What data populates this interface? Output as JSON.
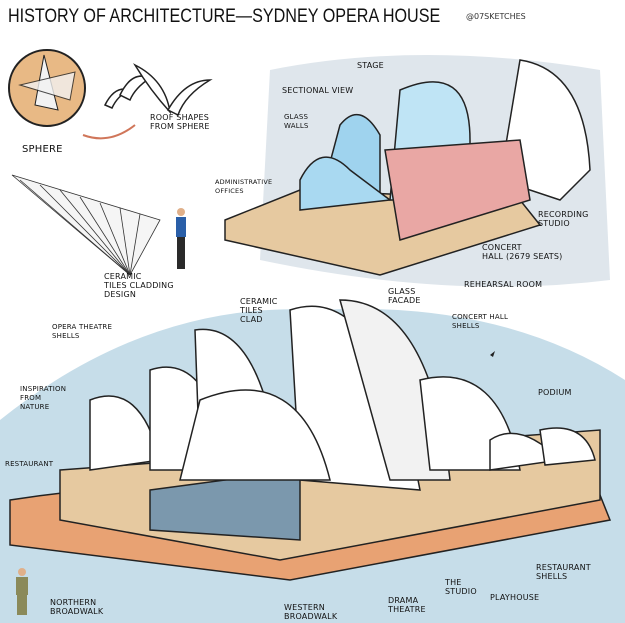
{
  "title": "HISTORY OF ARCHITECTURE—SYDNEY OPERA HOUSE",
  "handle": "@07SKETCHES",
  "labels": {
    "sphere": "SPHERE",
    "roof_shapes": "ROOF SHAPES\nFROM SPHERE",
    "stage": "STAGE",
    "sectional_view": "SECTIONAL VIEW",
    "glass_walls": "GLASS\nWALLS",
    "admin_offices": "ADMINISTRATIVE\nOFFICES",
    "recording_studio": "RECORDING\nSTUDIO",
    "concert_hall": "CONCERT\nHALL (2679 SEATS)",
    "rehearsal_room": "REHEARSAL ROOM",
    "ceramic_tiles_design": "CERAMIC\nTILES CLADDING\nDESIGN",
    "ceramic_tiles_clad": "CERAMIC\nTILES\nCLAD",
    "glass_facade": "GLASS\nFACADE",
    "concert_hall_shells": "CONCERT HALL\nSHELLS",
    "opera_theatre_shells": "OPERA THEATRE\nSHELLS",
    "inspiration": "INSPIRATION\nFROM\nNATURE",
    "podium": "PODIUM",
    "restaurant": "RESTAURANT",
    "restaurant_shells": "RESTAURANT\nSHELLS",
    "the_studio": "THE\nSTUDIO",
    "playhouse": "PLAYHOUSE",
    "drama_theatre": "DRAMA\nTHEATRE",
    "western_broadwalk": "WESTERN\nBROADWALK",
    "northern_broadwalk": "NORTHERN\nBROADWALK"
  },
  "colors": {
    "sky": "#c9dbe8",
    "water": "#b9d8ea",
    "podium": "#e8a273",
    "sandstone": "#e6c9a0",
    "interior": "#e9a7a4",
    "glass": "#9fd3ee"
  }
}
